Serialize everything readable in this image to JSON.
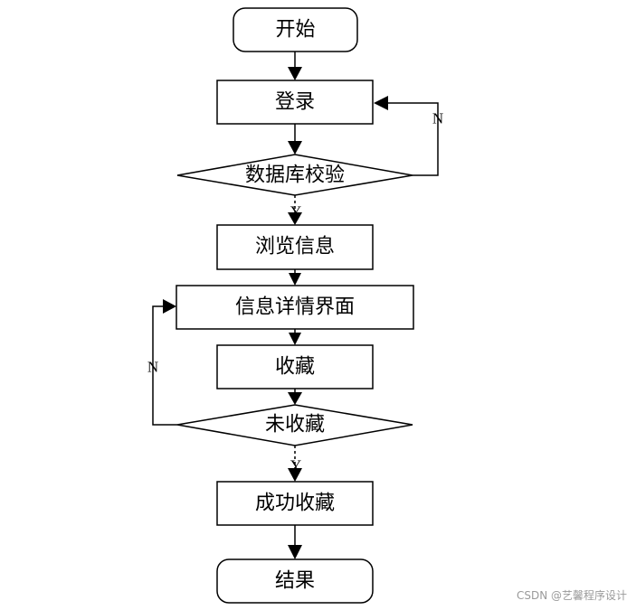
{
  "nodes": {
    "start": "开始",
    "login": "登录",
    "db_check": "数据库校验",
    "browse": "浏览信息",
    "detail": "信息详情界面",
    "favorite": "收藏",
    "not_favorited": "未收藏",
    "favorite_success": "成功收藏",
    "end": "结果"
  },
  "edge_labels": {
    "db_check_no": "N",
    "db_check_yes": "Y",
    "not_favorited_no": "N",
    "not_favorited_yes": "Y"
  },
  "watermark": "CSDN @艺馨程序设计"
}
